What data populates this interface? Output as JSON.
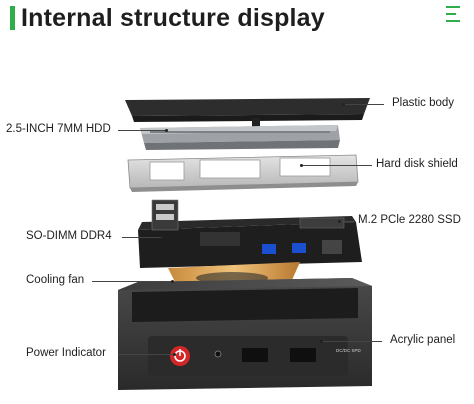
{
  "header": {
    "title": "Internal structure display",
    "accent_color": "#2fae4a",
    "menu_icon": "hamburger-menu-icon"
  },
  "labels": {
    "plastic_body": "Plastic body",
    "hdd": "2.5-INCH 7MM HDD",
    "hard_disk_shield": "Hard disk shield",
    "ssd": "M.2 PCle 2280 SSD",
    "ram": "SO-DIMM DDR4",
    "cooling_fan": "Cooling fan",
    "acrylic_panel": "Acrylic panel",
    "power_indicator": "Power Indicator"
  },
  "case_port_text": "DC/DC SPD"
}
